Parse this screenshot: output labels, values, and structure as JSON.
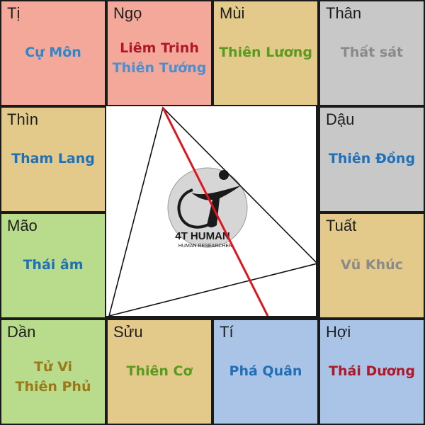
{
  "palaces": [
    {
      "id": "ti",
      "branch": "Tị",
      "bg": "#f4a89a",
      "stars": [
        {
          "text": "Cự Môn",
          "color": "#2f86c8"
        }
      ]
    },
    {
      "id": "ngo",
      "branch": "Ngọ",
      "bg": "#f4a89a",
      "stars": [
        {
          "text": "Liêm Trinh",
          "color": "#b0182a"
        },
        {
          "text": "Thiên Tướng",
          "color": "#4a8fd0"
        }
      ]
    },
    {
      "id": "mui",
      "branch": "Mùi",
      "bg": "#e3c98a",
      "stars": [
        {
          "text": "Thiên Lương",
          "color": "#5a9a1e"
        }
      ]
    },
    {
      "id": "than",
      "branch": "Thân",
      "bg": "#c8c8c8",
      "stars": [
        {
          "text": "Thất sát",
          "color": "#8a8a8a"
        }
      ]
    },
    {
      "id": "thin",
      "branch": "Thìn",
      "bg": "#e3c98a",
      "stars": [
        {
          "text": "Tham Lang",
          "color": "#2070b8"
        }
      ]
    },
    {
      "id": "dau",
      "branch": "Dậu",
      "bg": "#c8c8c8",
      "stars": [
        {
          "text": "Thiên Đồng",
          "color": "#2070b8"
        }
      ]
    },
    {
      "id": "mao",
      "branch": "Mão",
      "bg": "#b8dc8c",
      "stars": [
        {
          "text": "Thái âm",
          "color": "#2070b8"
        }
      ]
    },
    {
      "id": "tuat",
      "branch": "Tuất",
      "bg": "#e3c98a",
      "stars": [
        {
          "text": "Vũ Khúc",
          "color": "#8a8a8a"
        }
      ]
    },
    {
      "id": "dan",
      "branch": "Dần",
      "bg": "#b8dc8c",
      "stars": [
        {
          "text": "Tử Vi",
          "color": "#9a7a18"
        },
        {
          "text": "Thiên Phủ",
          "color": "#9a7a18"
        }
      ]
    },
    {
      "id": "suu",
      "branch": "Sửu",
      "bg": "#e3c98a",
      "stars": [
        {
          "text": "Thiên Cơ",
          "color": "#5a9a1e"
        }
      ]
    },
    {
      "id": "ty",
      "branch": "Tí",
      "bg": "#a9c4e6",
      "stars": [
        {
          "text": "Phá Quân",
          "color": "#2070b8"
        }
      ]
    },
    {
      "id": "hoi",
      "branch": "Hợi",
      "bg": "#a9c4e6",
      "stars": [
        {
          "text": "Thái Dương",
          "color": "#b0182a"
        }
      ]
    }
  ],
  "logo": {
    "title": "4T HUMAN",
    "subtitle": "HUMAN RESEARCHER"
  },
  "colors": {
    "triangle": "#111111",
    "axis": "#e0141e",
    "logo_circle": "#d6d6d6"
  }
}
